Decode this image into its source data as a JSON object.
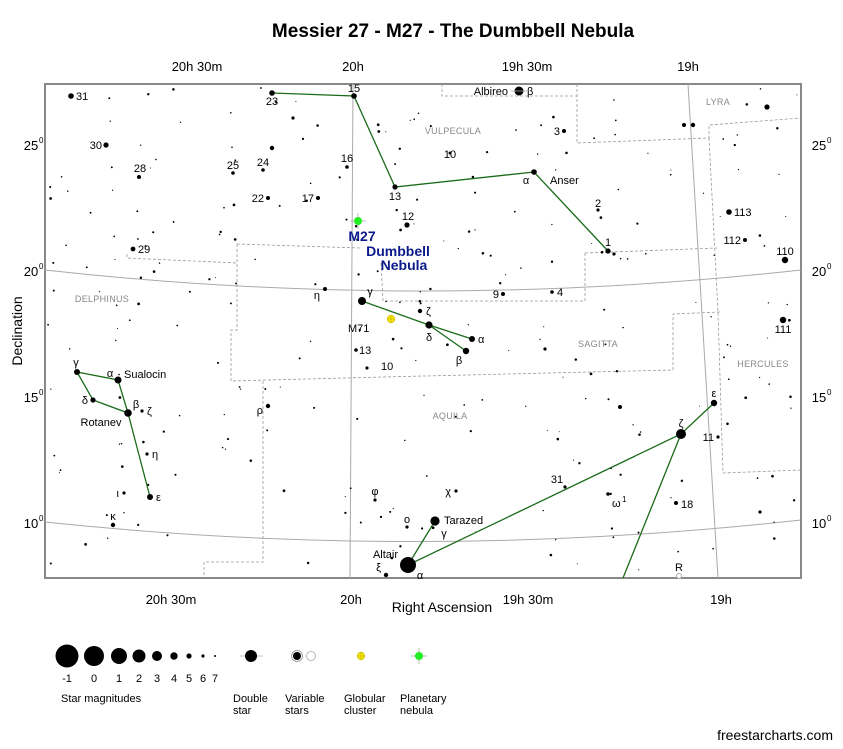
{
  "title": "Messier 27 - M27 - The Dumbbell Nebula",
  "axes": {
    "ra_label": "Right Ascension",
    "dec_label": "Declination",
    "ra_ticks": [
      "20h 30m",
      "20h",
      "19h 30m",
      "19h"
    ],
    "dec_ticks": [
      "25",
      "20",
      "15",
      "10"
    ],
    "dec_unit": "0"
  },
  "constellations": {
    "vulpecula": "Vulpecula",
    "lyra": "Lyra",
    "delphinus": "Delphinus",
    "sagitta": "Sagitta",
    "hercules": "Hercules",
    "aquila": "Aquila"
  },
  "labels": {
    "v31": "31",
    "v23": "23",
    "v15": "15",
    "albireo": "Albireo",
    "albireo_b": "β",
    "v30": "30",
    "v28": "28",
    "v25": "25",
    "v24": "24",
    "v22": "22",
    "v17": "17",
    "v16": "16",
    "v13": "13",
    "v12": "12",
    "v10": "10",
    "anser_a": "α",
    "anser": "Anser",
    "v3": "3",
    "v2": "2",
    "v1": "1",
    "v29": "29",
    "l113": "113",
    "l112": "112",
    "h110": "110",
    "h111": "111",
    "sge_g": "γ",
    "sge_z": "ζ",
    "sge_d": "δ",
    "sge_a": "α",
    "sge_b": "β",
    "sge_eta": "η",
    "s9": "9",
    "s4": "4",
    "s13": "13",
    "s10": "10",
    "del_g": "γ",
    "del_a": "α",
    "sualocin": "Sualocin",
    "del_d": "δ",
    "del_b": "β",
    "del_z": "ζ",
    "rotanev": "Rotanev",
    "del_eta": "η",
    "del_i": "ι",
    "del_e": "ε",
    "del_k": "κ",
    "aql_rho": "ρ",
    "aql_phi": "φ",
    "aql_o": "ο",
    "aql_g": "γ",
    "tarazed": "Tarazed",
    "altair": "Altair",
    "aql_a": "α",
    "aql_xi": "ξ",
    "aql_chi": "χ",
    "aql31": "31",
    "aql_omega": "ω",
    "aql_omega_sup": "1",
    "aql18": "18",
    "aql_z": "ζ",
    "aql_e": "ε",
    "aql11": "11",
    "aql_r": "R"
  },
  "objects": {
    "m27": {
      "name": "M27",
      "line1": "Dumbbell",
      "line2": "Nebula"
    },
    "m71": "M71"
  },
  "legend": {
    "magnitudes": [
      "-1",
      "0",
      "1",
      "2",
      "3",
      "4",
      "5",
      "6",
      "7"
    ],
    "magnitudes_label": "Star magnitudes",
    "double_star": [
      "Double",
      "star"
    ],
    "variable_stars": [
      "Variable",
      "stars"
    ],
    "globular_cluster": [
      "Globular",
      "cluster"
    ],
    "planetary_nebula": [
      "Planetary",
      "nebula"
    ]
  },
  "colors": {
    "figure": "#1a6b1a",
    "nebula_label": "#0b1a8a",
    "planetary": "#22ee22",
    "globular": "#f2e600"
  },
  "credit": "freestarcharts.com"
}
